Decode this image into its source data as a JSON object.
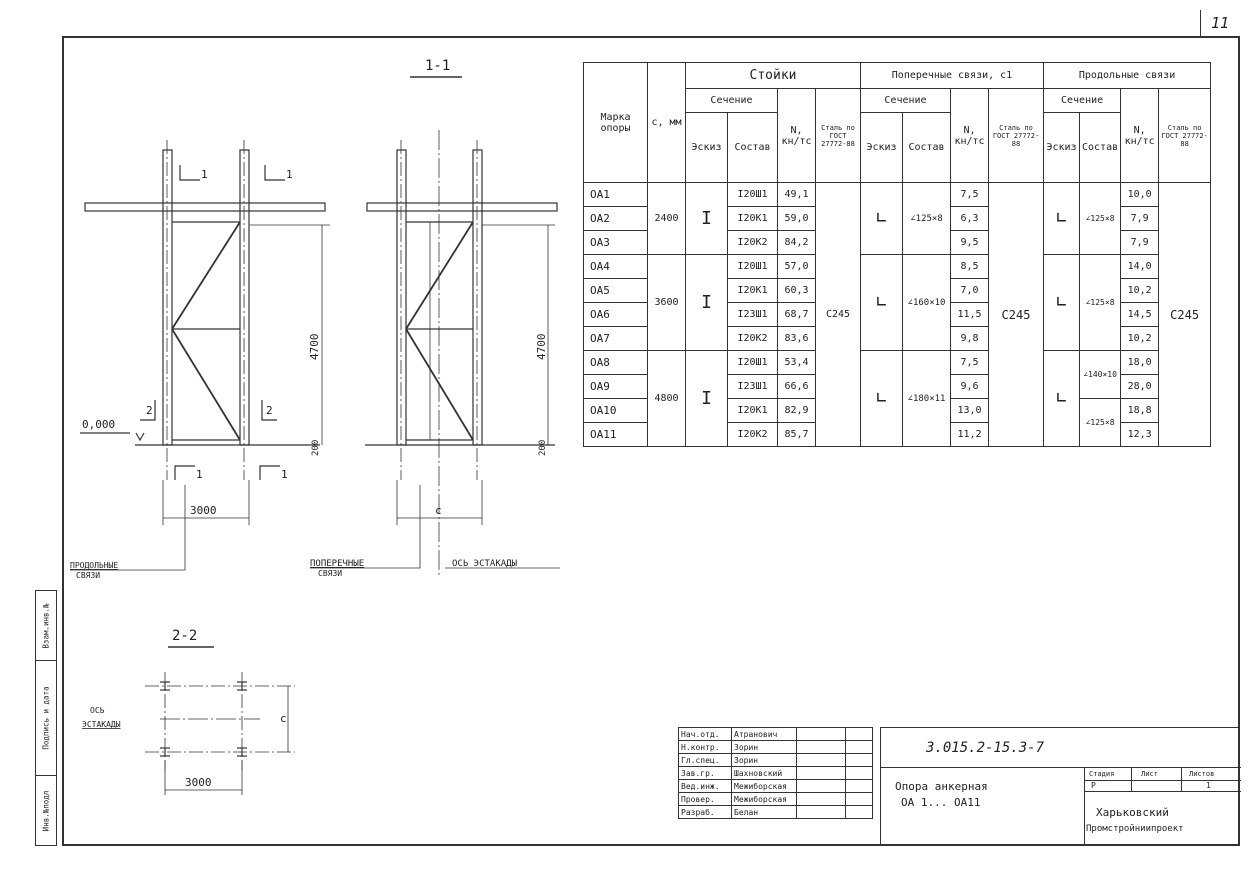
{
  "page_number": "11",
  "sidebar": [
    "Инв.№подл",
    "Подпись и дата",
    "Взам.инв.№"
  ],
  "section_1": {
    "title": "1-1",
    "cut_mark": "1",
    "mark_2": "2",
    "height": "4700",
    "width": "3000",
    "width_c": "с",
    "level": "0,000",
    "base_offset": "200",
    "label_longitudinal": [
      "ПРОДОЛЬНЫЕ",
      "СВЯЗИ"
    ],
    "label_transverse": [
      "ПОПЕРЕЧНЫЕ",
      "СВЯЗИ"
    ],
    "label_axis": "ОСЬ ЭСТАКАДЫ"
  },
  "section_2": {
    "title": "2-2",
    "axis_label": [
      "ОСЬ",
      "ЭСТАКАДЫ"
    ],
    "width": "3000",
    "dim_c": "с"
  },
  "table": {
    "h_mark": "Марка опоры",
    "h_c": "с, мм",
    "h_posts": "Стойки",
    "h_transverse": "Поперечные связи, с1",
    "h_longitudinal": "Продольные связи",
    "h_section": "Сечение",
    "h_sketch": "Эскиз",
    "h_composition": "Состав",
    "h_n": "N, кн/тс",
    "h_steel": "Сталь по ГОСТ 27772-88",
    "c_values": [
      "2400",
      "3600",
      "4800"
    ],
    "trans_sections": [
      "∠125×8",
      "∠160×10",
      "∠180×11"
    ],
    "long_sections": [
      "∠125×8",
      "∠125×8",
      "∠140×10",
      "∠125×8"
    ],
    "steel": "С245",
    "rows": [
      {
        "mark": "ОА1",
        "comp": "I20Ш1",
        "n1": "49,1",
        "n2": "7,5",
        "n3": "10,0"
      },
      {
        "mark": "ОА2",
        "comp": "I20К1",
        "n1": "59,0",
        "n2": "6,3",
        "n3": "7,9"
      },
      {
        "mark": "ОА3",
        "comp": "I20К2",
        "n1": "84,2",
        "n2": "9,5",
        "n3": "7,9"
      },
      {
        "mark": "ОА4",
        "comp": "I20Ш1",
        "n1": "57,0",
        "n2": "8,5",
        "n3": "14,0"
      },
      {
        "mark": "ОА5",
        "comp": "I20К1",
        "n1": "60,3",
        "n2": "7,0",
        "n3": "10,2"
      },
      {
        "mark": "ОА6",
        "comp": "I23Ш1",
        "n1": "68,7",
        "n2": "11,5",
        "n3": "14,5"
      },
      {
        "mark": "ОА7",
        "comp": "I20К2",
        "n1": "83,6",
        "n2": "9,8",
        "n3": "10,2"
      },
      {
        "mark": "ОА8",
        "comp": "I20Ш1",
        "n1": "53,4",
        "n2": "7,5",
        "n3": "18,0"
      },
      {
        "mark": "ОА9",
        "comp": "I23Ш1",
        "n1": "66,6",
        "n2": "9,6",
        "n3": "28,0"
      },
      {
        "mark": "ОА10",
        "comp": "I20К1",
        "n1": "82,9",
        "n2": "13,0",
        "n3": "18,8"
      },
      {
        "mark": "ОА11",
        "comp": "I20К2",
        "n1": "85,7",
        "n2": "11,2",
        "n3": "12,3"
      }
    ]
  },
  "title_block": {
    "staff": [
      {
        "role": "Нач.отд.",
        "name": "Атранович"
      },
      {
        "role": "Н.контр.",
        "name": "Зорин"
      },
      {
        "role": "Гл.спец.",
        "name": "Зорин"
      },
      {
        "role": "Зав.гр.",
        "name": "Шахновский"
      },
      {
        "role": "Вед.инж.",
        "name": "Межиборская"
      },
      {
        "role": "Провер.",
        "name": "Межиборская"
      },
      {
        "role": "Разраб.",
        "name": "Белан"
      }
    ],
    "doc_code": "3.015.2-15.3-7",
    "title_line1": "Опора анкерная",
    "title_line2": "ОА 1... ОА11",
    "stage_label": "Стадия",
    "sheet_label": "Лист",
    "sheets_label": "Листов",
    "stage": "Р",
    "sheets": "1",
    "org_line1": "Харьковский",
    "org_line2": "Промстройниипроект"
  }
}
